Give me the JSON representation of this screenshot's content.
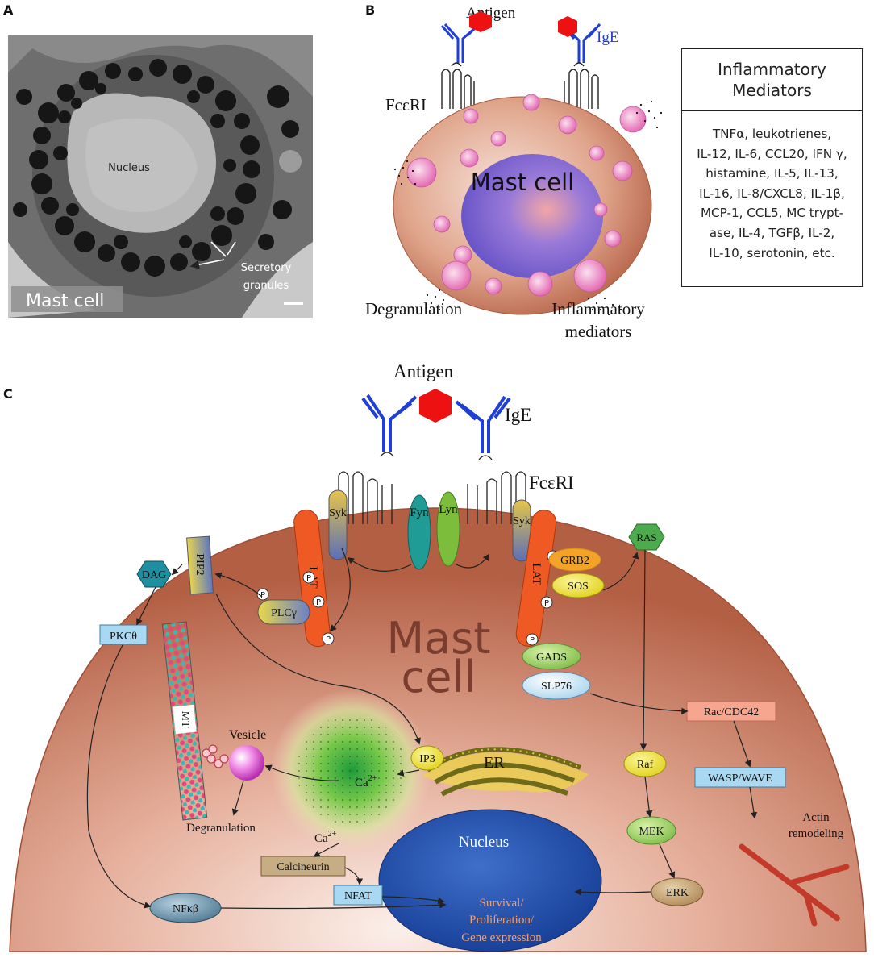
{
  "panel_a": {
    "letter": "A",
    "nucleus_label": "Nucleus",
    "granules_label": [
      "Secretory",
      "granules"
    ],
    "cell_label": "Mast cell"
  },
  "panel_b": {
    "letter": "B",
    "antigen_label": "Antigen",
    "ige_label": "IgE",
    "receptor_label": "FcεRI",
    "cell_label": "Mast cell",
    "degranulation_label": "Degranulation",
    "mediators_label": [
      "Inflammatory",
      "mediators"
    ],
    "box_title": [
      "Inflammatory",
      "Mediators"
    ],
    "box_lines": [
      "TNFα, leukotrienes,",
      "IL-12, IL-6, CCL20, IFN γ,",
      "histamine, IL-5, IL-13,",
      "IL-16, IL-8/CXCL8, IL-1β,",
      "MCP-1, CCL5, MC trypt-",
      "ase,   IL-4, TGFβ, IL-2,",
      "IL-10, serotonin, etc."
    ]
  },
  "panel_c": {
    "letter": "C",
    "antigen_label": "Antigen",
    "ige_label": "IgE",
    "receptor_label": "FcεRI",
    "cell_label": [
      "Mast",
      "cell"
    ],
    "fyn": "Fyn",
    "lyn": "Lyn",
    "syk": "Syk",
    "lat": "LAT",
    "p": "P",
    "pip2": "PIP2",
    "dag": "DAG",
    "plcg": "PLCγ",
    "pkc": "PKCθ",
    "grb2": "GRB2",
    "sos": "SOS",
    "ras": "RAS",
    "gads": "GADS",
    "slp76": "SLP76",
    "rac": "Rac/CDC42",
    "wasp": "WASP/WAVE",
    "actin": [
      "Actin",
      "remodeling"
    ],
    "raf": "Raf",
    "mek": "MEK",
    "erk": "ERK",
    "mt": "MT",
    "vesicle": "Vesicle",
    "degranulation": "Degranulation",
    "ip3": "IP3",
    "er": "ER",
    "ca": "Ca",
    "ca_sup": "2+",
    "calcineurin": "Calcineurin",
    "nfat": "NFAT",
    "nfkb": "NFκβ",
    "nucleus": "Nucleus",
    "outcome": [
      "Survival/",
      "Proliferation/",
      "Gene expression"
    ]
  },
  "colors": {
    "cell_fill": "#c97a5f",
    "ige_blue": "#1f3fd6",
    "antigen_red": "#ee1111",
    "lat_orange": "#ef5a24",
    "nucleus_blue": "#3a5fbf"
  }
}
